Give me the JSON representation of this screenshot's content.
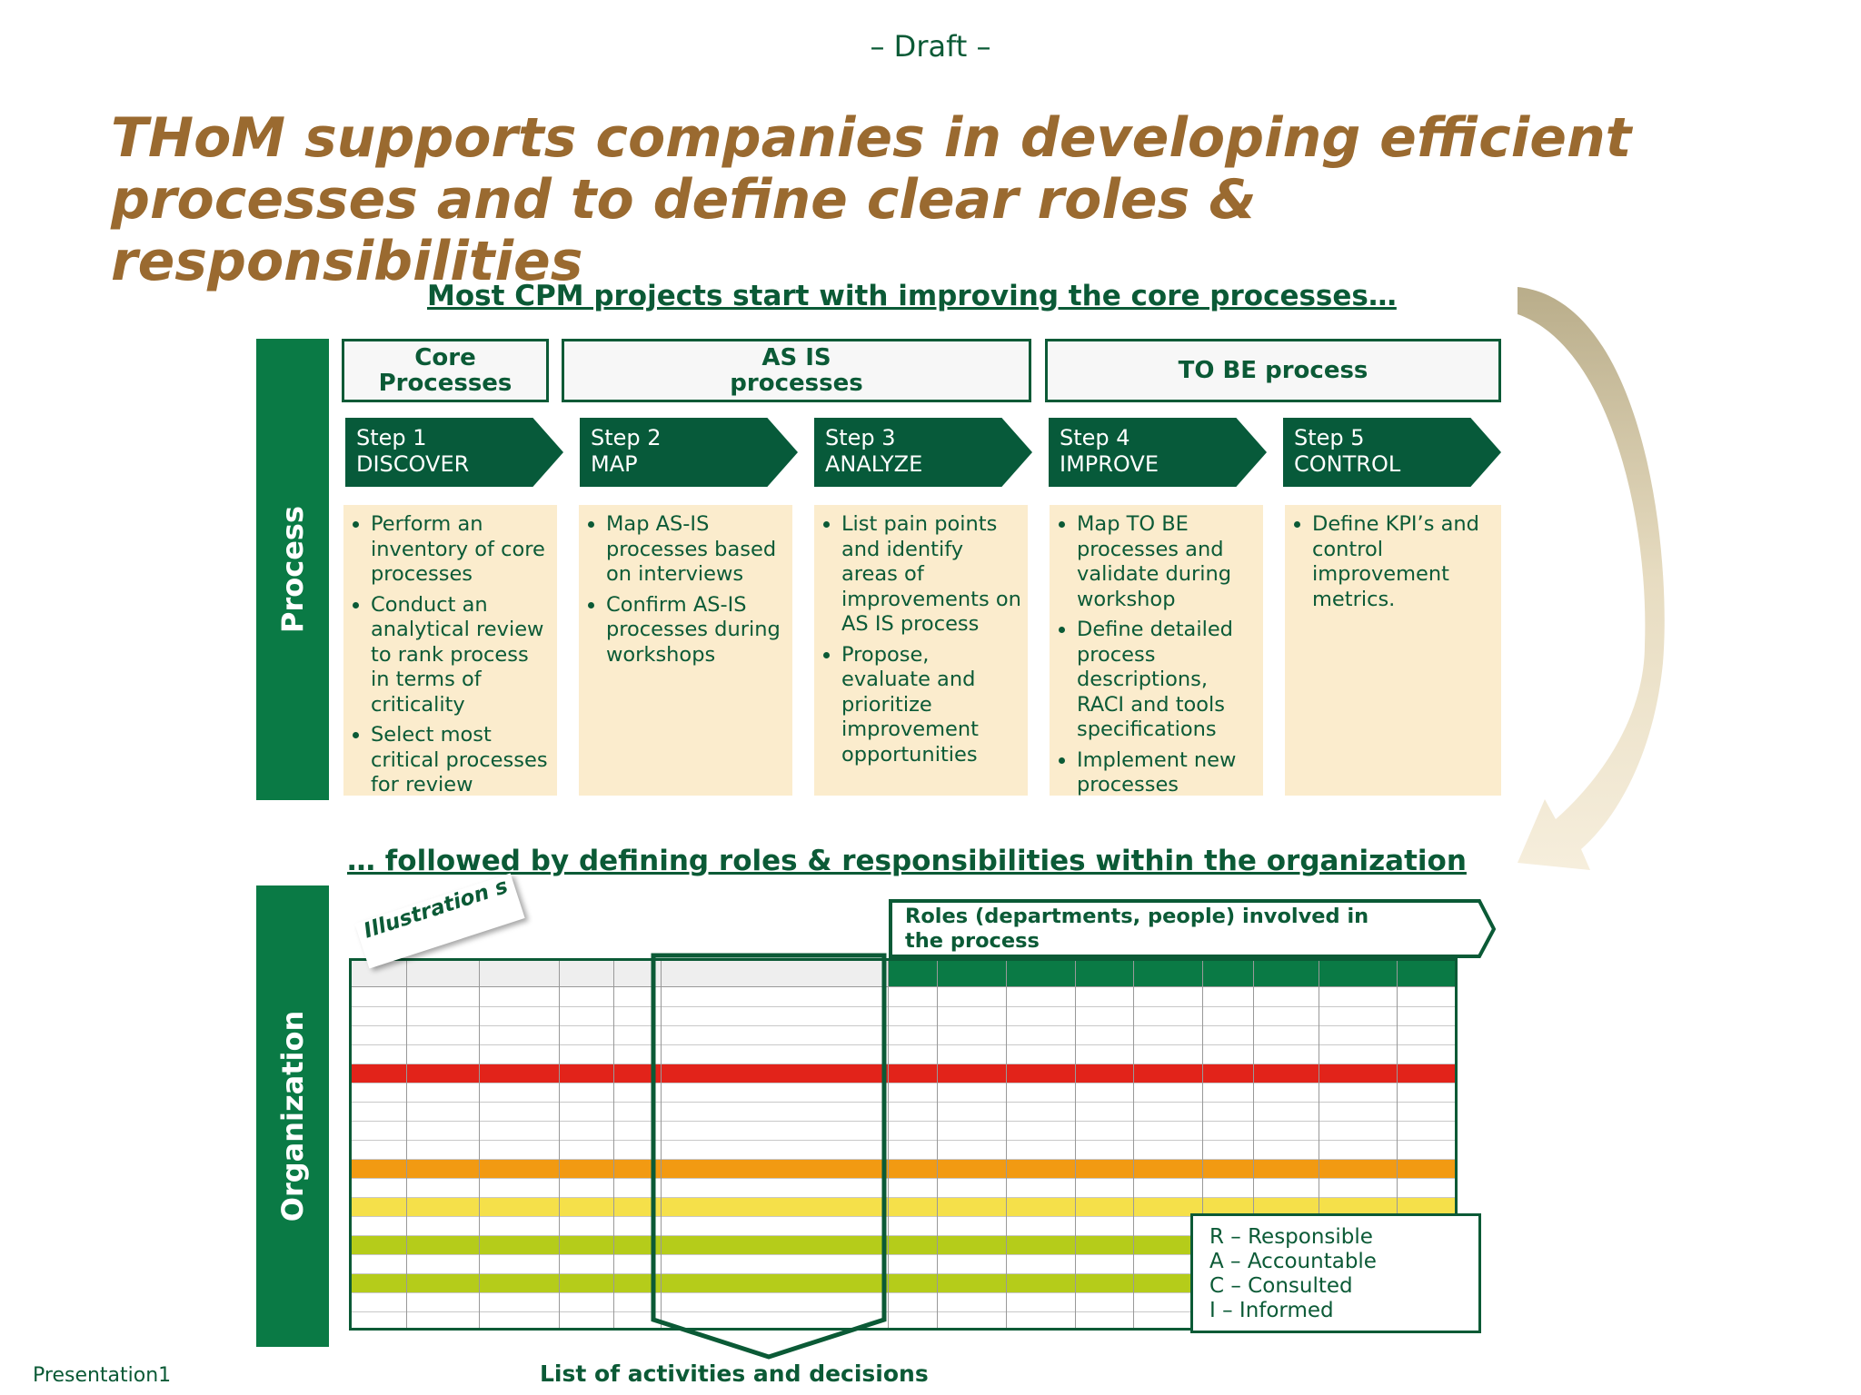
{
  "header": {
    "draft": "– Draft –"
  },
  "title": "THoM supports companies in developing efficient processes and to define clear roles & responsibilities",
  "section_process": {
    "heading": "Most CPM projects start with improving the core processes…",
    "sidebar_label": "Process",
    "phases": [
      "Core Processes",
      "AS IS processes",
      "TO BE process"
    ],
    "steps": [
      {
        "num": "Step 1",
        "name": "DISCOVER",
        "bullets": [
          "Perform  an inventory of core processes",
          "Conduct an analytical review to rank process in terms of criticality",
          "Select most critical processes for review"
        ]
      },
      {
        "num": "Step 2",
        "name": "MAP",
        "bullets": [
          "Map AS-IS processes based on interviews",
          "Confirm AS-IS processes during workshops"
        ]
      },
      {
        "num": "Step 3",
        "name": "ANALYZE",
        "bullets": [
          "List pain points and identify areas of improvements on AS IS process",
          "Propose, evaluate and prioritize improvement opportunities"
        ]
      },
      {
        "num": "Step 4",
        "name": "IMPROVE",
        "bullets": [
          "Map TO BE processes and validate during workshop",
          "Define detailed process descriptions, RACI and tools specifications",
          "Implement new processes"
        ]
      },
      {
        "num": "Step 5",
        "name": "CONTROL",
        "bullets": [
          "Define KPI’s and control improvement metrics."
        ]
      }
    ]
  },
  "section_org": {
    "heading": "… followed by defining roles & responsibilities within the organization",
    "sidebar_label": "Organization",
    "illustration_label": "Illustration s",
    "roles_callout": "Roles (departments, people) involved in the process",
    "legend": [
      "R – Responsible",
      "A – Accountable",
      "C – Consulted",
      "I – Informed"
    ],
    "activities_caption": "List of activities and decisions",
    "row_colors": [
      "#ffffff",
      "#ffffff",
      "#ffffff",
      "#ffffff",
      "#e2231a",
      "#ffffff",
      "#ffffff",
      "#ffffff",
      "#ffffff",
      "#f29a12",
      "#ffffff",
      "#f5e04a",
      "#ffffff",
      "#b5cc1a",
      "#ffffff",
      "#b5cc1a",
      "#ffffff",
      "#ffffff"
    ]
  },
  "footer": {
    "file_name": "Presentation1"
  },
  "colors": {
    "brand_green": "#0a7a45",
    "title_brown": "#9a6a30",
    "step_green": "#075a3a",
    "box_beige": "#fbeccd"
  }
}
